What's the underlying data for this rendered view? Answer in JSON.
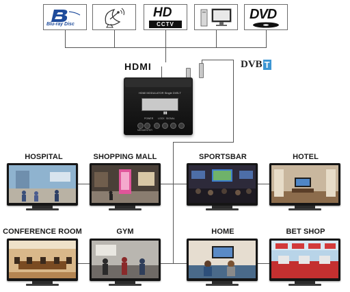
{
  "sources": [
    {
      "name": "bluray-source",
      "text": "Blu-ray Disc",
      "icon": "bluray-logo-icon"
    },
    {
      "name": "satellite-source",
      "text": "",
      "icon": "satellite-dish-icon"
    },
    {
      "name": "hd-cctv-source",
      "text_top": "HD",
      "text_bottom": "CCTV",
      "icon": "hd-cctv-logo-icon"
    },
    {
      "name": "pc-source",
      "text": "",
      "icon": "computer-icon"
    },
    {
      "name": "dvd-source",
      "text": "DVD",
      "icon": "dvd-logo-icon"
    }
  ],
  "hdmi_label": "HDMI",
  "dvbt_label": {
    "main": "DVB",
    "accent": "T"
  },
  "device": {
    "model": "HDMI MODULATOR Single DVB-T",
    "indicators": [
      "POWER",
      "LOCK",
      "SIGNAL"
    ],
    "buttons": [
      "MENU",
      "ENTER"
    ]
  },
  "colors": {
    "line": "#555555",
    "dvbt_accent": "#3d96d3",
    "device_body": "#1a1a1a"
  },
  "destinations": [
    {
      "label": "HOSPITAL",
      "icon": "hospital-screen-icon"
    },
    {
      "label": "SHOPPING MALL",
      "icon": "mall-screen-icon"
    },
    {
      "label": "SPORTSBAR",
      "icon": "sportsbar-screen-icon"
    },
    {
      "label": "HOTEL",
      "icon": "hotel-screen-icon"
    },
    {
      "label": "CONFERENCE ROOM",
      "icon": "conference-screen-icon"
    },
    {
      "label": "GYM",
      "icon": "gym-screen-icon"
    },
    {
      "label": "HOME",
      "icon": "home-screen-icon"
    },
    {
      "label": "BET SHOP",
      "icon": "betshop-screen-icon"
    }
  ]
}
